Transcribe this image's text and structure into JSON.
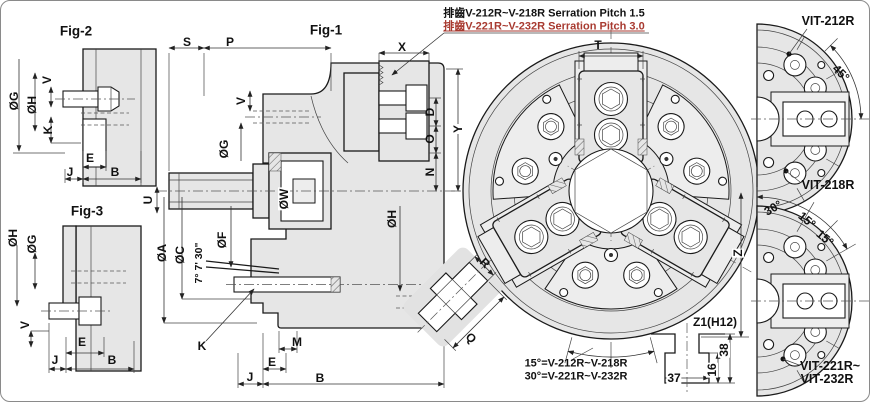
{
  "notes": {
    "serration_1": "排齒V-212R~V-218R Serration Pitch 1.5",
    "serration_2": "排齒V-221R~V-232R Serration Pitch 3.0",
    "angle_eq_15": "15°=V-212R~V-218R",
    "angle_eq_30": "30°=V-221R~V-232R"
  },
  "fig1": {
    "title": "Fig-1",
    "s": "S",
    "p": "P",
    "x": "X",
    "v": "V",
    "dia_g": "ØG",
    "u": "U",
    "dia_w": "ØW",
    "d": "D",
    "o": "O",
    "y": "Y",
    "n": "N",
    "dia_h": "ØH",
    "dia_a": "ØA",
    "dia_c": "ØC",
    "dia_f": "ØF",
    "taper_angle": "7° 7' 30\"",
    "k": "K",
    "m": "M",
    "e": "E",
    "j": "J",
    "b": "B"
  },
  "fig2": {
    "title": "Fig-2",
    "dia_g": "ØG",
    "dia_h": "ØH",
    "v": "V",
    "k": "K",
    "e": "E",
    "j": "J",
    "b": "B"
  },
  "fig3": {
    "title": "Fig-3",
    "dia_h": "ØH",
    "dia_g": "ØG",
    "v": "V",
    "e": "E",
    "j": "J",
    "b": "B"
  },
  "front": {
    "t": "T",
    "z": "Z",
    "r": "R",
    "q": "Q"
  },
  "slot": {
    "label": "Z1(H12)",
    "width": "37",
    "h_inner": "16",
    "h_total": "38"
  },
  "variant_top": {
    "model_1": "VIT-212R",
    "model_2": "VIT-218R",
    "angle": "45°"
  },
  "variant_bottom": {
    "angle_30": "30°",
    "angle_15a": "15°",
    "angle_15b": "15°",
    "model_line1": "VIT-221R~",
    "model_line2": "VIT-232R"
  },
  "colors": {
    "body_fill": "#e6e6e6",
    "line": "#1a1a1a",
    "note_red": "#a83a30"
  }
}
